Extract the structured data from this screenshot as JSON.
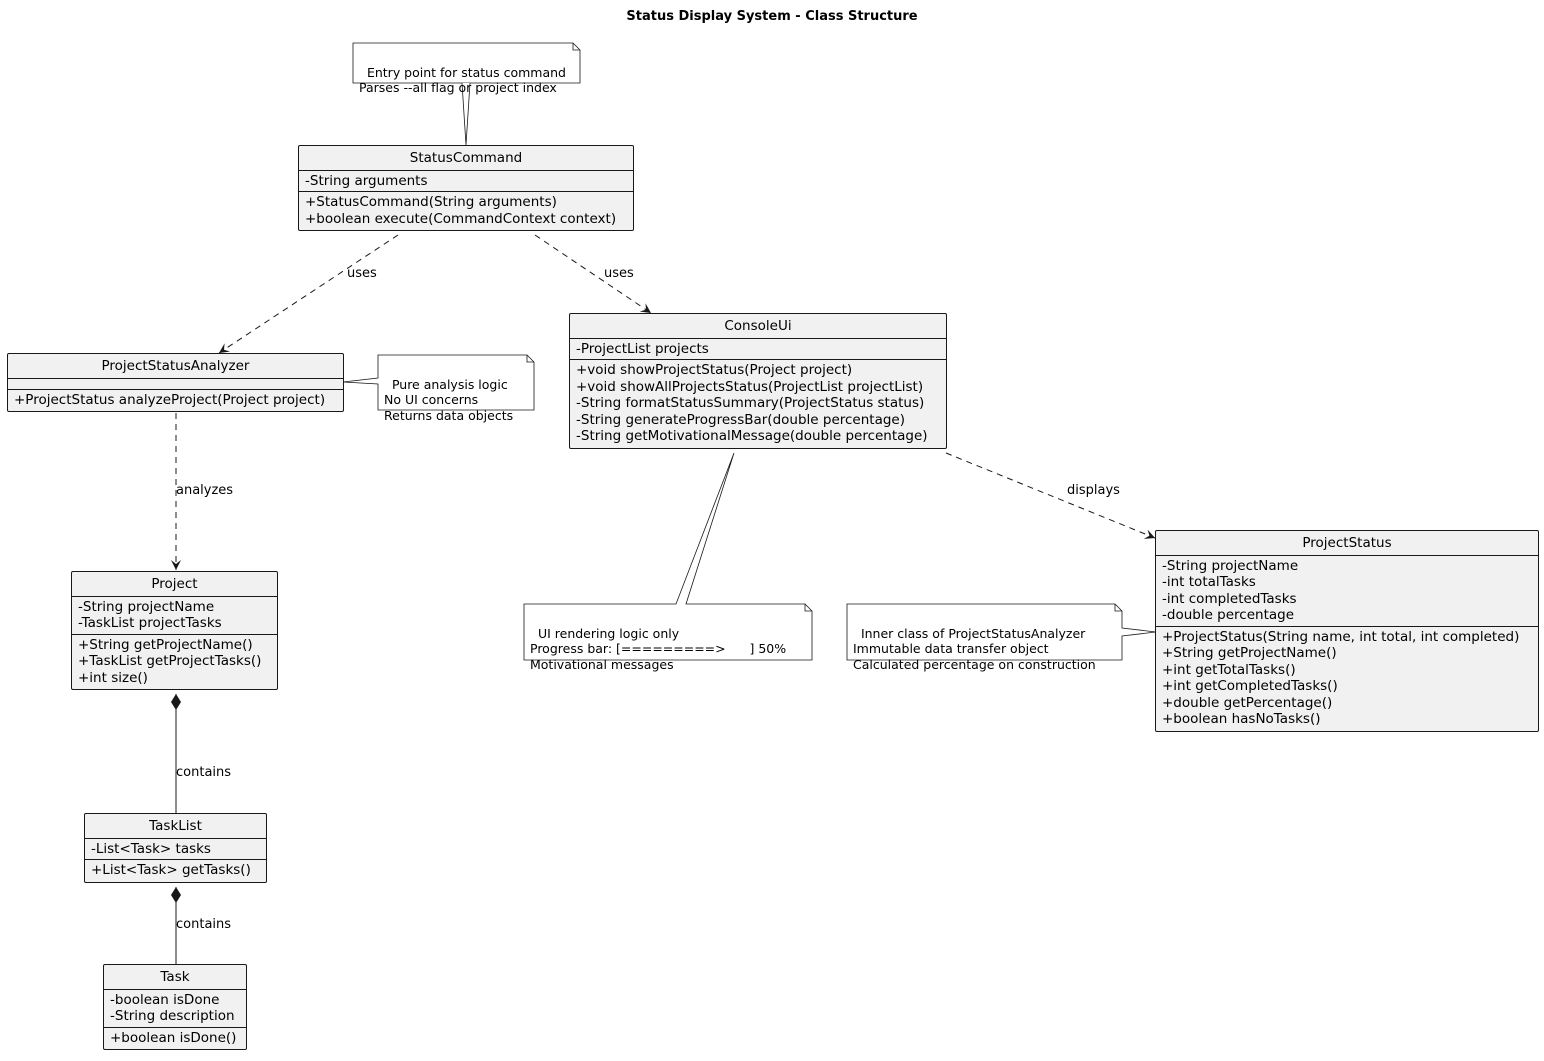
{
  "title": "Status Display System - Class Structure",
  "classes": {
    "statusCommand": {
      "name": "StatusCommand",
      "attributes": [
        "-String arguments"
      ],
      "operations": [
        "+StatusCommand(String arguments)",
        "+boolean execute(CommandContext context)"
      ]
    },
    "projectStatusAnalyzer": {
      "name": "ProjectStatusAnalyzer",
      "attributes": [],
      "operations": [
        "+ProjectStatus analyzeProject(Project project)"
      ]
    },
    "consoleUi": {
      "name": "ConsoleUi",
      "attributes": [
        "-ProjectList projects"
      ],
      "operations": [
        "+void showProjectStatus(Project project)",
        "+void showAllProjectsStatus(ProjectList projectList)",
        "-String formatStatusSummary(ProjectStatus status)",
        "-String generateProgressBar(double percentage)",
        "-String getMotivationalMessage(double percentage)"
      ]
    },
    "project": {
      "name": "Project",
      "attributes": [
        "-String projectName",
        "-TaskList projectTasks"
      ],
      "operations": [
        "+String getProjectName()",
        "+TaskList getProjectTasks()",
        "+int size()"
      ]
    },
    "projectStatus": {
      "name": "ProjectStatus",
      "attributes": [
        "-String projectName",
        "-int totalTasks",
        "-int completedTasks",
        "-double percentage"
      ],
      "operations": [
        "+ProjectStatus(String name, int total, int completed)",
        "+String getProjectName()",
        "+int getTotalTasks()",
        "+int getCompletedTasks()",
        "+double getPercentage()",
        "+boolean hasNoTasks()"
      ]
    },
    "taskList": {
      "name": "TaskList",
      "attributes": [
        "-List<Task> tasks"
      ],
      "operations": [
        "+List<Task> getTasks()"
      ]
    },
    "task": {
      "name": "Task",
      "attributes": [
        "-boolean isDone",
        "-String description"
      ],
      "operations": [
        "+boolean isDone()"
      ]
    }
  },
  "notes": {
    "statusCommand": "Entry point for status command\nParses --all flag or project index",
    "analyzer": "Pure analysis logic\nNo UI concerns\nReturns data objects",
    "consoleUi": "UI rendering logic only\nProgress bar: [=========>      ] 50%\nMotivational messages",
    "projectStatus": "Inner class of ProjectStatusAnalyzer\nImmutable data transfer object\nCalculated percentage on construction"
  },
  "edges": {
    "uses1": "uses",
    "uses2": "uses",
    "analyzes": "analyzes",
    "displays": "displays",
    "contains1": "contains",
    "contains2": "contains"
  },
  "colors": {
    "box_fill": "#f1f1f1",
    "stroke": "#181818",
    "note_fill": "#ffffff"
  }
}
